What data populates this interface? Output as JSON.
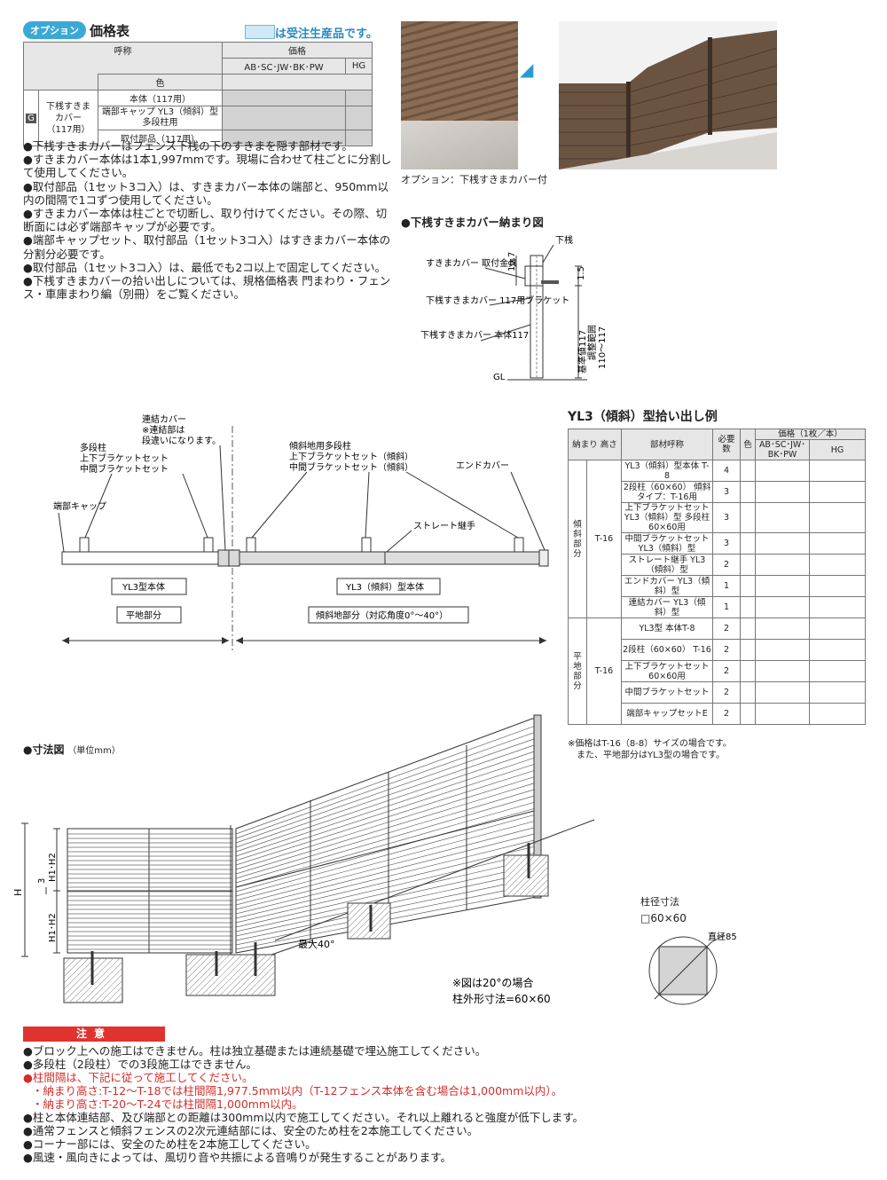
{
  "price_section": {
    "option_label": "オプション",
    "title": "価格表",
    "legend_text": "は受注生産品です。",
    "col_name": "呼称",
    "col_color": "色",
    "col_price": "価格",
    "col_ab": "AB･SC･JW･BK･PW",
    "col_hg": "HG",
    "row_code": "G",
    "row_name": "下桟すきま カバー （117用）",
    "items": [
      "本体（117用）",
      "端部キャップ YL3（傾斜）型 多段柱用",
      "取付部品（117用）"
    ]
  },
  "notes": [
    "●下桟すきまカバーはフェンス下桟の下のすきまを隠す部材です。",
    "●すきまカバー本体は1本1,997mmです。現場に合わせて柱ごとに分割して使用してください。",
    "●取付部品（1セット3コ入）は、すきまカバー本体の端部と、950mm以内の間隔で1コずつ使用してください。",
    "●すきまカバー本体は柱ごとで切断し、取り付けてください。その際、切断面には必ず端部キャップが必要です。",
    "●端部キャップセット、取付部品（1セット3コ入）はすきまカバー本体の分割分必要です。",
    "●取付部品（1セット3コ入）は、最低でも2コ以上で固定してください。",
    "●下桟すきまカバーの拾い出しについては、規格価格表 門まわり・フェンス・車庫まわり編（別冊）をご覧ください。"
  ],
  "photo_caption": "オプション：下桟すきまカバー付",
  "section_diagram_title": "●下桟すきまカバー納まり図",
  "section_labels": {
    "shitasan": "下桟",
    "kanagu": "すきまカバー 取付金具",
    "bracket": "下桟すきまカバー 117用ブラケット",
    "body": "下桟すきまカバー 本体117",
    "gl": "GL",
    "d1": "10.7",
    "d2": "1.5",
    "range1": "基準値117",
    "range2": "調整範囲",
    "range3": "110～117"
  },
  "layout_labels": {
    "renketsu": "連結カバー",
    "renketsu_note1": "※連結部は",
    "renketsu_note2": "段違いになります。",
    "tadan": "多段柱",
    "joge": "上下ブラケットセット",
    "chukan": "中間ブラケットセット",
    "tanbu": "端部キャップ",
    "keisha_tadan": "傾斜地用多段柱",
    "joge_k": "上下ブラケットセット（傾斜）",
    "chukan_k": "中間ブラケットセット（傾斜）",
    "end": "エンドカバー",
    "straight": "ストレート継手",
    "yl3": "YL3型本体",
    "yl3k": "YL3（傾斜）型本体",
    "heichi": "平地部分",
    "keishachi": "傾斜地部分（対応角度0°～40°）"
  },
  "yl_table": {
    "title": "YL3（傾斜）型拾い出し例",
    "h_height": "納まり 高さ",
    "h_part": "部材呼称",
    "h_qty": "必要数",
    "h_color": "色",
    "h_price": "価格（1枚／本）",
    "h_ab": "AB･SC･JW･ BK･PW",
    "h_hg": "HG",
    "group1_label": "傾斜 部分",
    "group1_height": "T-16",
    "group1": [
      {
        "part": "YL3（傾斜）型本体 T-8",
        "qty": "4"
      },
      {
        "part": "2段柱（60×60） 傾斜タイプ：T-16用",
        "qty": "3"
      },
      {
        "part": "上下ブラケットセット YL3（傾斜）型 多段柱60×60用",
        "qty": "3"
      },
      {
        "part": "中間ブラケットセット YL3（傾斜）型",
        "qty": "3"
      },
      {
        "part": "ストレート継手 YL3（傾斜）型",
        "qty": "2"
      },
      {
        "part": "エンドカバー YL3（傾斜）型",
        "qty": "1"
      },
      {
        "part": "連結カバー YL3（傾斜）型",
        "qty": "1"
      }
    ],
    "group2_label": "平地 部分",
    "group2_height": "T-16",
    "group2": [
      {
        "part": "YL3型 本体T-8",
        "qty": "2"
      },
      {
        "part": "2段柱（60×60） T-16",
        "qty": "2"
      },
      {
        "part": "上下ブラケットセット 60×60用",
        "qty": "2"
      },
      {
        "part": "中間ブラケットセット",
        "qty": "2"
      },
      {
        "part": "端部キャップセットE",
        "qty": "2"
      }
    ],
    "note1": "※価格はT-16（8-8）サイズの場合です。",
    "note2": "また、平地部分はYL3型の場合です。"
  },
  "dim_section": {
    "title": "●寸法図",
    "unit": "（単位mm）",
    "h": "H",
    "h1h2a": "H1･H2",
    "h1h2b": "H1･H2",
    "three": "3",
    "max": "最大40°",
    "note1": "※図は20°の場合",
    "note2": "柱外形寸法=60×60",
    "post_title": "柱径寸法",
    "post_size": "□60×60",
    "diameter": "直径85"
  },
  "caution": {
    "label": "注意",
    "lines": [
      {
        "text": "●ブロック上への施工はできません。柱は独立基礎または連続基礎で埋込施工してください。",
        "red": false
      },
      {
        "text": "●多段柱（2段柱）での3段施工はできません。",
        "red": false
      },
      {
        "text": "●柱間隔は、下記に従って施工してください。",
        "red": true
      },
      {
        "text": "・納まり高さ:T-12～T-18では柱間隔1,977.5mm以内（T-12フェンス本体を含む場合は1,000mm以内）。",
        "red": true
      },
      {
        "text": "・納まり高さ:T-20～T-24では柱間隔1,000mm以内。",
        "red": true
      },
      {
        "text": "●柱と本体連結部、及び端部との距離は300mm以内で施工してください。それ以上離れると強度が低下します。",
        "red": false
      },
      {
        "text": "●通常フェンスと傾斜フェンスの2次元連結部には、安全のため柱を2本施工してください。",
        "red": false
      },
      {
        "text": "●コーナー部には、安全のため柱を2本施工してください。",
        "red": false
      },
      {
        "text": "●風速・風向きによっては、風切り音や共振による音鳴りが発生することがあります。",
        "red": false
      }
    ]
  }
}
